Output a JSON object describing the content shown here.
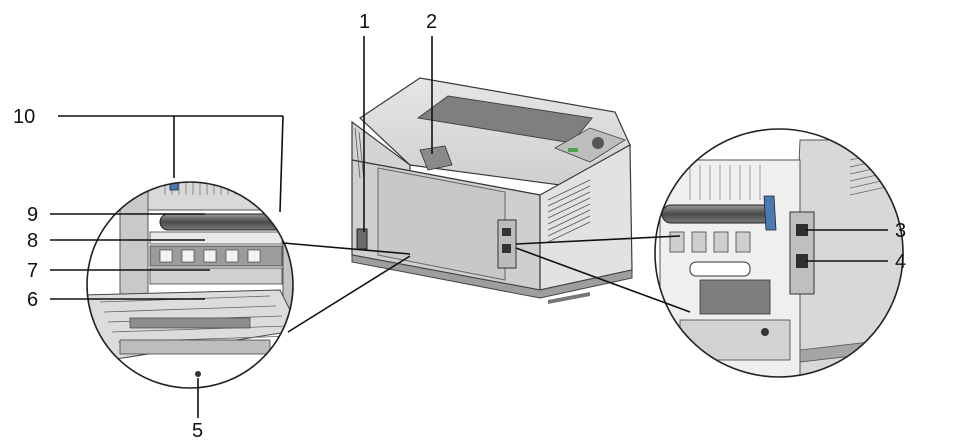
{
  "callouts": [
    {
      "id": "1",
      "label": "1"
    },
    {
      "id": "2",
      "label": "2"
    },
    {
      "id": "3",
      "label": "3"
    },
    {
      "id": "4",
      "label": "4"
    },
    {
      "id": "5",
      "label": "5"
    },
    {
      "id": "6",
      "label": "6"
    },
    {
      "id": "7",
      "label": "7"
    },
    {
      "id": "8",
      "label": "8"
    },
    {
      "id": "9",
      "label": "9"
    },
    {
      "id": "10",
      "label": "10"
    }
  ],
  "colors": {
    "printer_body": "#d9d9d9",
    "printer_shadow": "#b3b3b3",
    "printer_dark": "#6e6e6e",
    "accent_blue": "#4a7ab0",
    "line": "#111111"
  },
  "icons": [
    "printer-rear-view",
    "magnified-rear-cover-open",
    "magnified-connector-panel"
  ]
}
